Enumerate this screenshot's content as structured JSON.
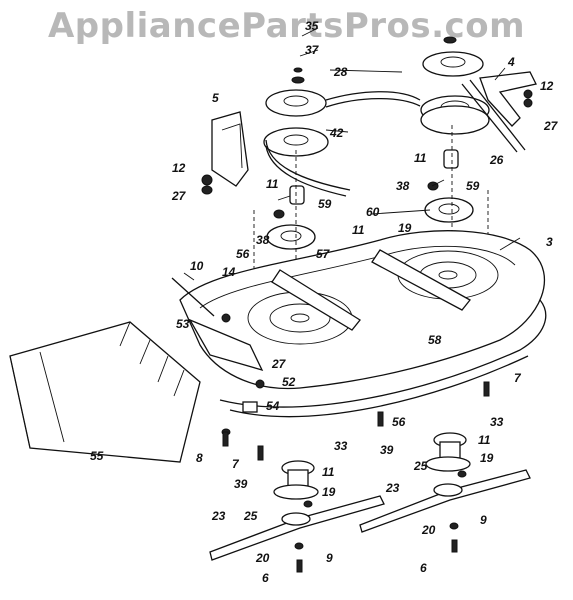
{
  "watermark": "AppliancePartsPros.com",
  "callouts": [
    "35",
    "37",
    "28",
    "42",
    "4",
    "12",
    "27",
    "5",
    "12",
    "27",
    "26",
    "11",
    "59",
    "38",
    "59",
    "11",
    "38",
    "60",
    "11",
    "19",
    "3",
    "56",
    "57",
    "10",
    "14",
    "53",
    "27",
    "52",
    "58",
    "54",
    "7",
    "8",
    "7",
    "56",
    "33",
    "39",
    "11",
    "33",
    "39",
    "11",
    "25",
    "19",
    "23",
    "25",
    "19",
    "55",
    "23",
    "20",
    "9",
    "6",
    "20",
    "9",
    "6"
  ]
}
